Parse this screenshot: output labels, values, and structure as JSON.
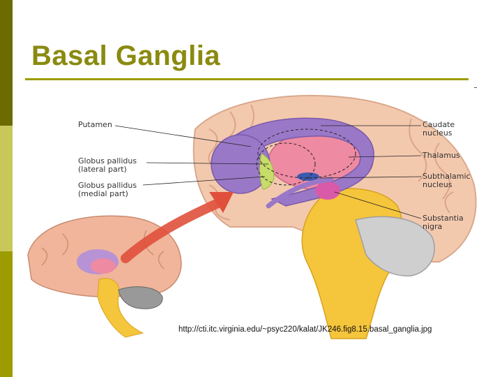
{
  "slide": {
    "title": "Basal Ganglia",
    "caption": "http://cti.itc.virginia.edu/~psyc220/kalat/JK246.fig8.15.basal_ganglia.jpg"
  },
  "figure": {
    "labels_left": {
      "putamen": "Putamen",
      "globus_lateral": "Globus pallidus\n(lateral part)",
      "globus_medial": "Globus pallidus\n(medial part)"
    },
    "labels_right": {
      "caudate": "Caudate\nnucleus",
      "thalamus": "Thalamus",
      "subthalamic": "Subthalamic\nnucleus",
      "substantia": "Substantia\nnigra"
    }
  },
  "colors": {
    "bar_top": "#6b6b00",
    "bar_mid": "#c8c85a",
    "bar_bottom": "#9c9c00",
    "title": "#8a8a10",
    "caudate": "#9a78c8",
    "thalamus": "#e8839c",
    "globus": "#c8dc6a",
    "brainstem": "#f2c43a",
    "cortex": "#f0c4a8"
  }
}
